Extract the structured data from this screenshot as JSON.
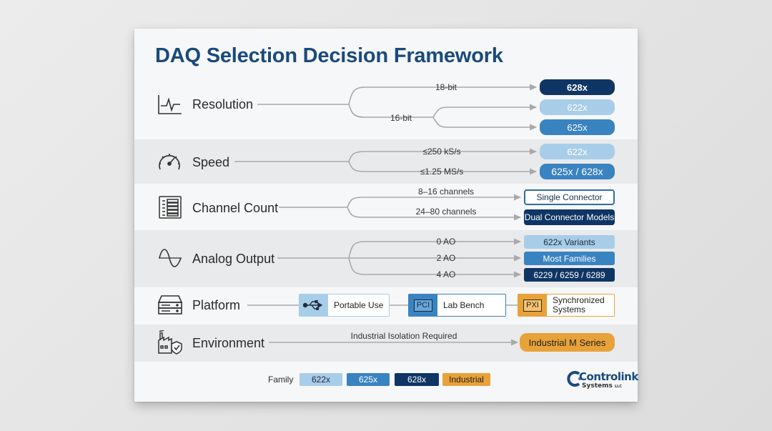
{
  "title": "DAQ Selection Decision Framework",
  "colors": {
    "title": "#1a4a7c",
    "dark_blue": "#0f3564",
    "mid_blue": "#3a83c1",
    "light_blue": "#a8cde8",
    "orange": "#e8a23a",
    "connector_gray": "#a9a9a9"
  },
  "categories": {
    "resolution": {
      "label": "Resolution",
      "icon": "waveform-icon",
      "branches": [
        {
          "label": "18-bit",
          "targets": [
            "628x"
          ]
        },
        {
          "label": "16-bit",
          "targets": [
            "622x",
            "625x"
          ]
        }
      ]
    },
    "speed": {
      "label": "Speed",
      "icon": "gauge-icon",
      "branches": [
        {
          "label": "≤250 kS/s",
          "target": "622x"
        },
        {
          "label": "≤1.25 MS/s",
          "target": "625x / 628x"
        }
      ]
    },
    "channel_count": {
      "label": "Channel Count",
      "icon": "terminal-block-icon",
      "branches": [
        {
          "label": "8–16 channels",
          "target": "Single Connector"
        },
        {
          "label": "24–80 channels",
          "target": "Dual Connector Models"
        }
      ]
    },
    "analog_output": {
      "label": "Analog Output",
      "icon": "sine-wave-icon",
      "branches": [
        {
          "label": "0 AO",
          "target": "622x Variants"
        },
        {
          "label": "2 AO",
          "target": "Most Families"
        },
        {
          "label": "4 AO",
          "target": "6229 / 6259 / 6289"
        }
      ]
    },
    "platform": {
      "label": "Platform",
      "icon": "server-icon",
      "options": [
        {
          "icon": "usb-icon",
          "label": "Portable Use"
        },
        {
          "icon": "pci-icon",
          "badge": "PCI",
          "label": "Lab Bench"
        },
        {
          "icon": "pxi-icon",
          "badge": "PXI",
          "label": "Synchronized Systems",
          "label_lines": [
            "Synchronized",
            "Systems"
          ]
        }
      ]
    },
    "environment": {
      "label": "Environment",
      "icon": "factory-shield-icon",
      "branches": [
        {
          "label": "Industrial Isolation Required",
          "target": "Industrial M Series"
        }
      ]
    }
  },
  "legend": {
    "label": "Family",
    "items": [
      {
        "name": "622x",
        "color": "#a8cde8"
      },
      {
        "name": "625x",
        "color": "#3a83c1"
      },
      {
        "name": "628x",
        "color": "#0f3564"
      },
      {
        "name": "Industrial",
        "color": "#e8a23a"
      }
    ]
  },
  "logo": {
    "name": "Controlink",
    "sub": "Systems",
    "suffix": "LLC"
  }
}
